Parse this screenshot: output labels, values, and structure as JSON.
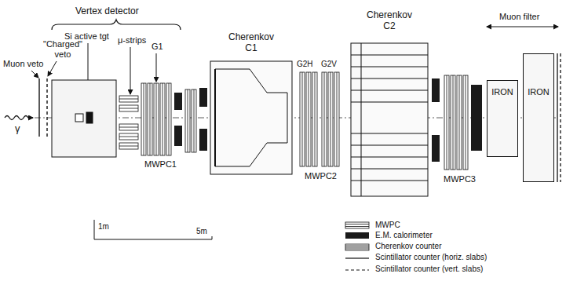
{
  "diagram": {
    "title": "Vertex detector",
    "nodes": [
      {
        "text": [
          "Cherenkov",
          "C1"
        ]
      },
      {
        "text": [
          "Cherenkov",
          "C2"
        ]
      },
      {
        "text": [
          "IRON"
        ]
      },
      {
        "text": [
          "IRON"
        ]
      }
    ],
    "labels": [
      "\"Charged\" veto",
      "Muon veto",
      "Si active tgt",
      "μ-strips",
      "G1",
      "MWPC1",
      "G2H",
      "G2V",
      "MWPC2",
      "MWPC3",
      "Muon filter",
      "γ",
      "1m",
      "5m"
    ],
    "legend": [
      {
        "text": "MWPC"
      },
      {
        "text": "E.M. calorimeter",
        "color": "#1a1a1a"
      },
      {
        "text": "Cherenkov counter"
      },
      {
        "text": "Scintillator counter (horiz. slabs)"
      },
      {
        "text": "Scintillator counter (vert. slabs)"
      }
    ]
  }
}
